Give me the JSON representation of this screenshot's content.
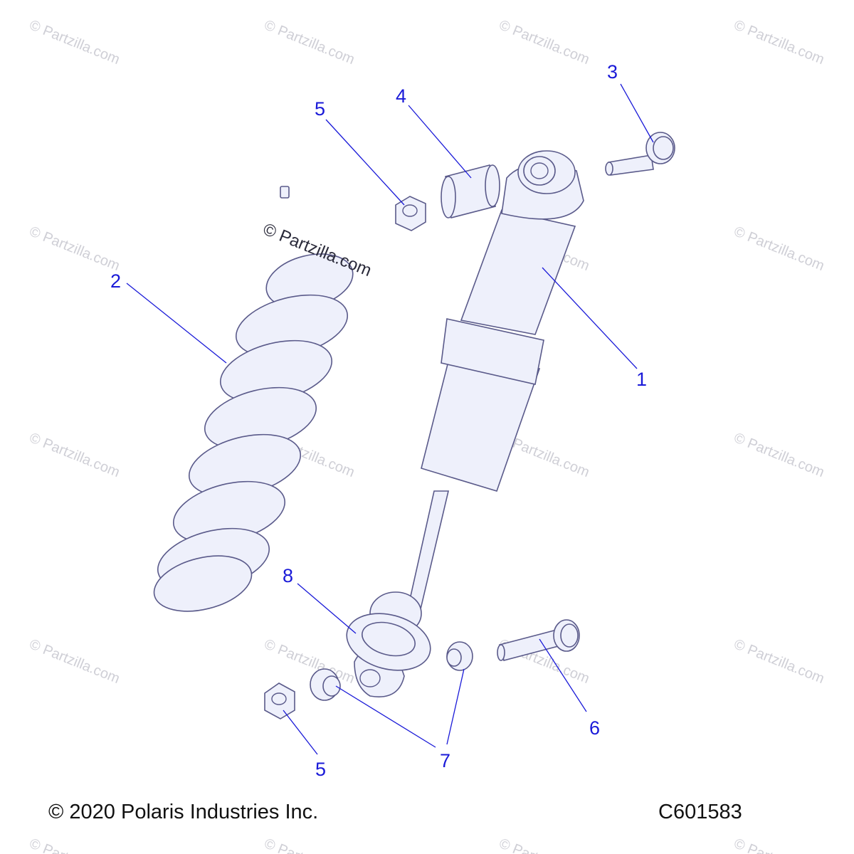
{
  "watermark": "© Partzilla.com",
  "copyright": "© 2020 Polaris Industries Inc.",
  "diagram_code": "C601583",
  "callouts": {
    "shock": "1",
    "spring": "2",
    "upper_bolt": "3",
    "upper_bushing": "4",
    "upper_nut": "5",
    "lower_bolt": "6",
    "lower_bushing_left": "7",
    "lower_bushing_right": "7",
    "spring_seat": "8",
    "lower_nut": "5"
  },
  "colors": {
    "callout": "#1a1ad8",
    "outline": "#5a5a8a",
    "fill": "#eef0fb"
  }
}
